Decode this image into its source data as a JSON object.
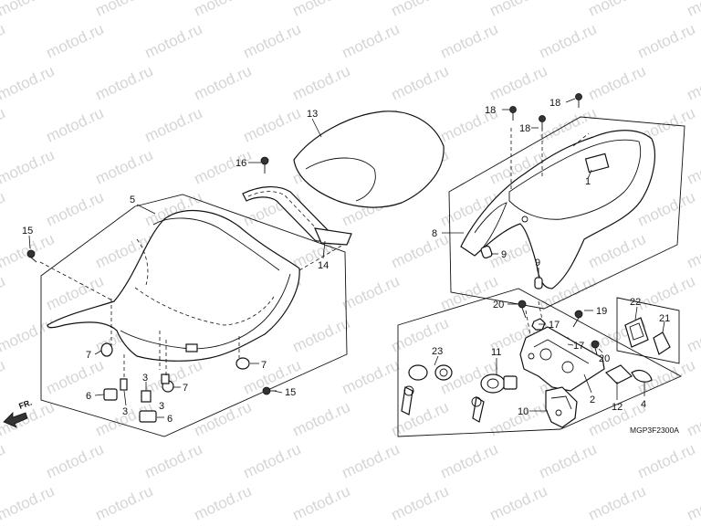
{
  "watermark": "motod.ru",
  "diagram_code": "MGP3F2300A",
  "front_arrow_label": "FR.",
  "callouts": {
    "c1": "1",
    "c2": "2",
    "c3a": "3",
    "c3b": "3",
    "c3c": "3",
    "c4": "4",
    "c5": "5",
    "c6a": "6",
    "c6b": "6",
    "c7a": "7",
    "c7b": "7",
    "c7c": "7",
    "c8": "8",
    "c9a": "9",
    "c9b": "9",
    "c10": "10",
    "c11": "11",
    "c12": "12",
    "c13": "13",
    "c14": "14",
    "c15a": "15",
    "c15b": "15",
    "c16": "16",
    "c17a": "17",
    "c17b": "17",
    "c18a": "18",
    "c18b": "18",
    "c18c": "18",
    "c19": "19",
    "c20a": "20",
    "c20b": "20",
    "c21": "21",
    "c22": "22",
    "c23": "23"
  }
}
